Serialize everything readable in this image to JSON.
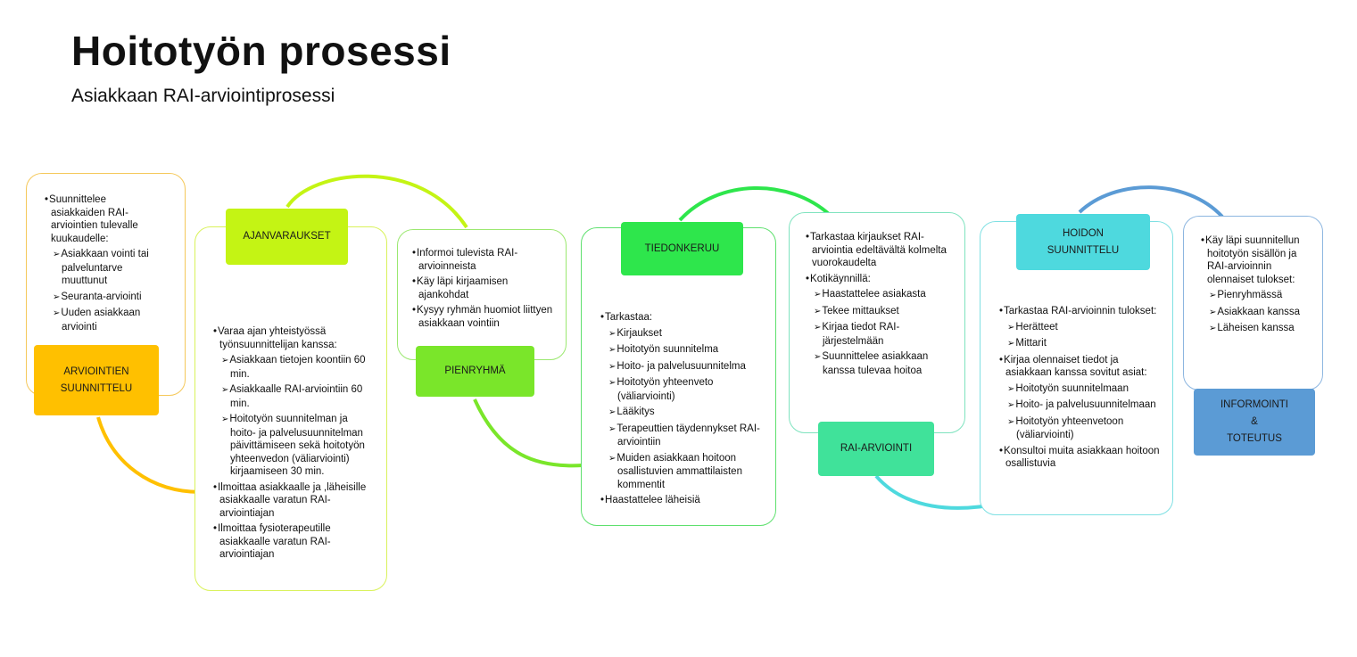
{
  "title": "Hoitotyön prosessi",
  "subtitle": "Asiakkaan RAI-arviointiprosessi",
  "colors": {
    "arviointien": "#FFC000",
    "ajanvaraukset": "#C4F414",
    "pienryhma": "#7AE62A",
    "tiedonkeruu": "#2EE64C",
    "rai": "#40E29A",
    "hoidon": "#4ED9DE",
    "informointi": "#5B9BD5"
  },
  "steps": [
    {
      "id": "arviointien",
      "label": "ARVIOINTIEN\nSUUNNITTELU",
      "items": [
        {
          "t": "Suunnittelee asiakkaiden RAI-arviointien tulevalle kuukaudelle:",
          "lvl": 1
        },
        {
          "t": "Asiakkaan vointi tai palveluntarve muuttunut",
          "lvl": 2
        },
        {
          "t": "Seuranta-arviointi",
          "lvl": 2
        },
        {
          "t": "Uuden asiakkaan arviointi",
          "lvl": 2
        }
      ]
    },
    {
      "id": "ajanvaraukset",
      "label": "AJANVARAUKSET",
      "items": [
        {
          "t": "Varaa ajan yhteistyössä työnsuunnittelijan kanssa:",
          "lvl": 1
        },
        {
          "t": "Asiakkaan tietojen koontiin 60 min.",
          "lvl": 2
        },
        {
          "t": "Asiakkaalle RAI-arviointiin 60 min.",
          "lvl": 2
        },
        {
          "t": "Hoitotyön suunnitelman ja hoito- ja palvelusuunnitelman päivittämiseen sekä hoitotyön yhteenvedon (väliarviointi) kirjaamiseen 30 min.",
          "lvl": 2
        },
        {
          "t": "Ilmoittaa asiakkaalle ja ,läheisille asiakkaalle varatun RAI-arviointiajan",
          "lvl": 1
        },
        {
          "t": "Ilmoittaa fysioterapeutille asiakkaalle varatun RAI-arviointiajan",
          "lvl": 1
        }
      ]
    },
    {
      "id": "pienryhma",
      "label": "PIENRYHMÄ",
      "items": [
        {
          "t": "Informoi tulevista RAI-arvioinneista",
          "lvl": 1
        },
        {
          "t": "Käy läpi kirjaamisen ajankohdat",
          "lvl": 1
        },
        {
          "t": "Kysyy ryhmän huomiot liittyen asiakkaan vointiin",
          "lvl": 1
        }
      ]
    },
    {
      "id": "tiedonkeruu",
      "label": "TIEDONKERUU",
      "items": [
        {
          "t": "Tarkastaa:",
          "lvl": 1
        },
        {
          "t": "Kirjaukset",
          "lvl": 2
        },
        {
          "t": "Hoitotyön suunnitelma",
          "lvl": 2
        },
        {
          "t": "Hoito- ja palvelusuunnitelma",
          "lvl": 2
        },
        {
          "t": "Hoitotyön yhteenveto (väliarviointi)",
          "lvl": 2
        },
        {
          "t": "Lääkitys",
          "lvl": 2
        },
        {
          "t": "Terapeuttien täydennykset RAI-arviointiin",
          "lvl": 2
        },
        {
          "t": "Muiden asiakkaan hoitoon osallistuvien ammattilaisten kommentit",
          "lvl": 2
        },
        {
          "t": "Haastattelee läheisiä",
          "lvl": 1
        }
      ]
    },
    {
      "id": "rai",
      "label": "RAI-ARVIOINTI",
      "items": [
        {
          "t": "Tarkastaa kirjaukset RAI-arviointia edeltävältä kolmelta vuorokaudelta",
          "lvl": 1
        },
        {
          "t": "Kotikäynnillä:",
          "lvl": 1
        },
        {
          "t": "Haastattelee asiakasta",
          "lvl": 2
        },
        {
          "t": "Tekee mittaukset",
          "lvl": 2
        },
        {
          "t": "Kirjaa tiedot RAI-järjestelmään",
          "lvl": 2
        },
        {
          "t": "Suunnittelee asiakkaan kanssa tulevaa hoitoa",
          "lvl": 2
        }
      ]
    },
    {
      "id": "hoidon",
      "label": "HOIDON\nSUUNNITTELU",
      "items": [
        {
          "t": "Tarkastaa RAI-arvioinnin tulokset:",
          "lvl": 1
        },
        {
          "t": "Herätteet",
          "lvl": 2
        },
        {
          "t": "Mittarit",
          "lvl": 2
        },
        {
          "t": "Kirjaa olennaiset tiedot ja asiakkaan kanssa sovitut asiat:",
          "lvl": 1
        },
        {
          "t": "Hoitotyön suunnitelmaan",
          "lvl": 2
        },
        {
          "t": "Hoito- ja palvelusuunnitelmaan",
          "lvl": 2
        },
        {
          "t": "Hoitotyön yhteenvetoon (väliarviointi)",
          "lvl": 2
        },
        {
          "t": "Konsultoi muita asiakkaan hoitoon osallistuvia",
          "lvl": 1
        }
      ]
    },
    {
      "id": "informointi",
      "label": "INFORMOINTI\n&\nTOTEUTUS",
      "items": [
        {
          "t": "Käy läpi suunnitellun hoitotyön sisällön ja RAI-arvioinnin olennaiset tulokset:",
          "lvl": 1
        },
        {
          "t": "Pienryhmässä",
          "lvl": 2
        },
        {
          "t": "Asiakkaan kanssa",
          "lvl": 2
        },
        {
          "t": "Läheisen kanssa",
          "lvl": 2
        }
      ]
    }
  ]
}
